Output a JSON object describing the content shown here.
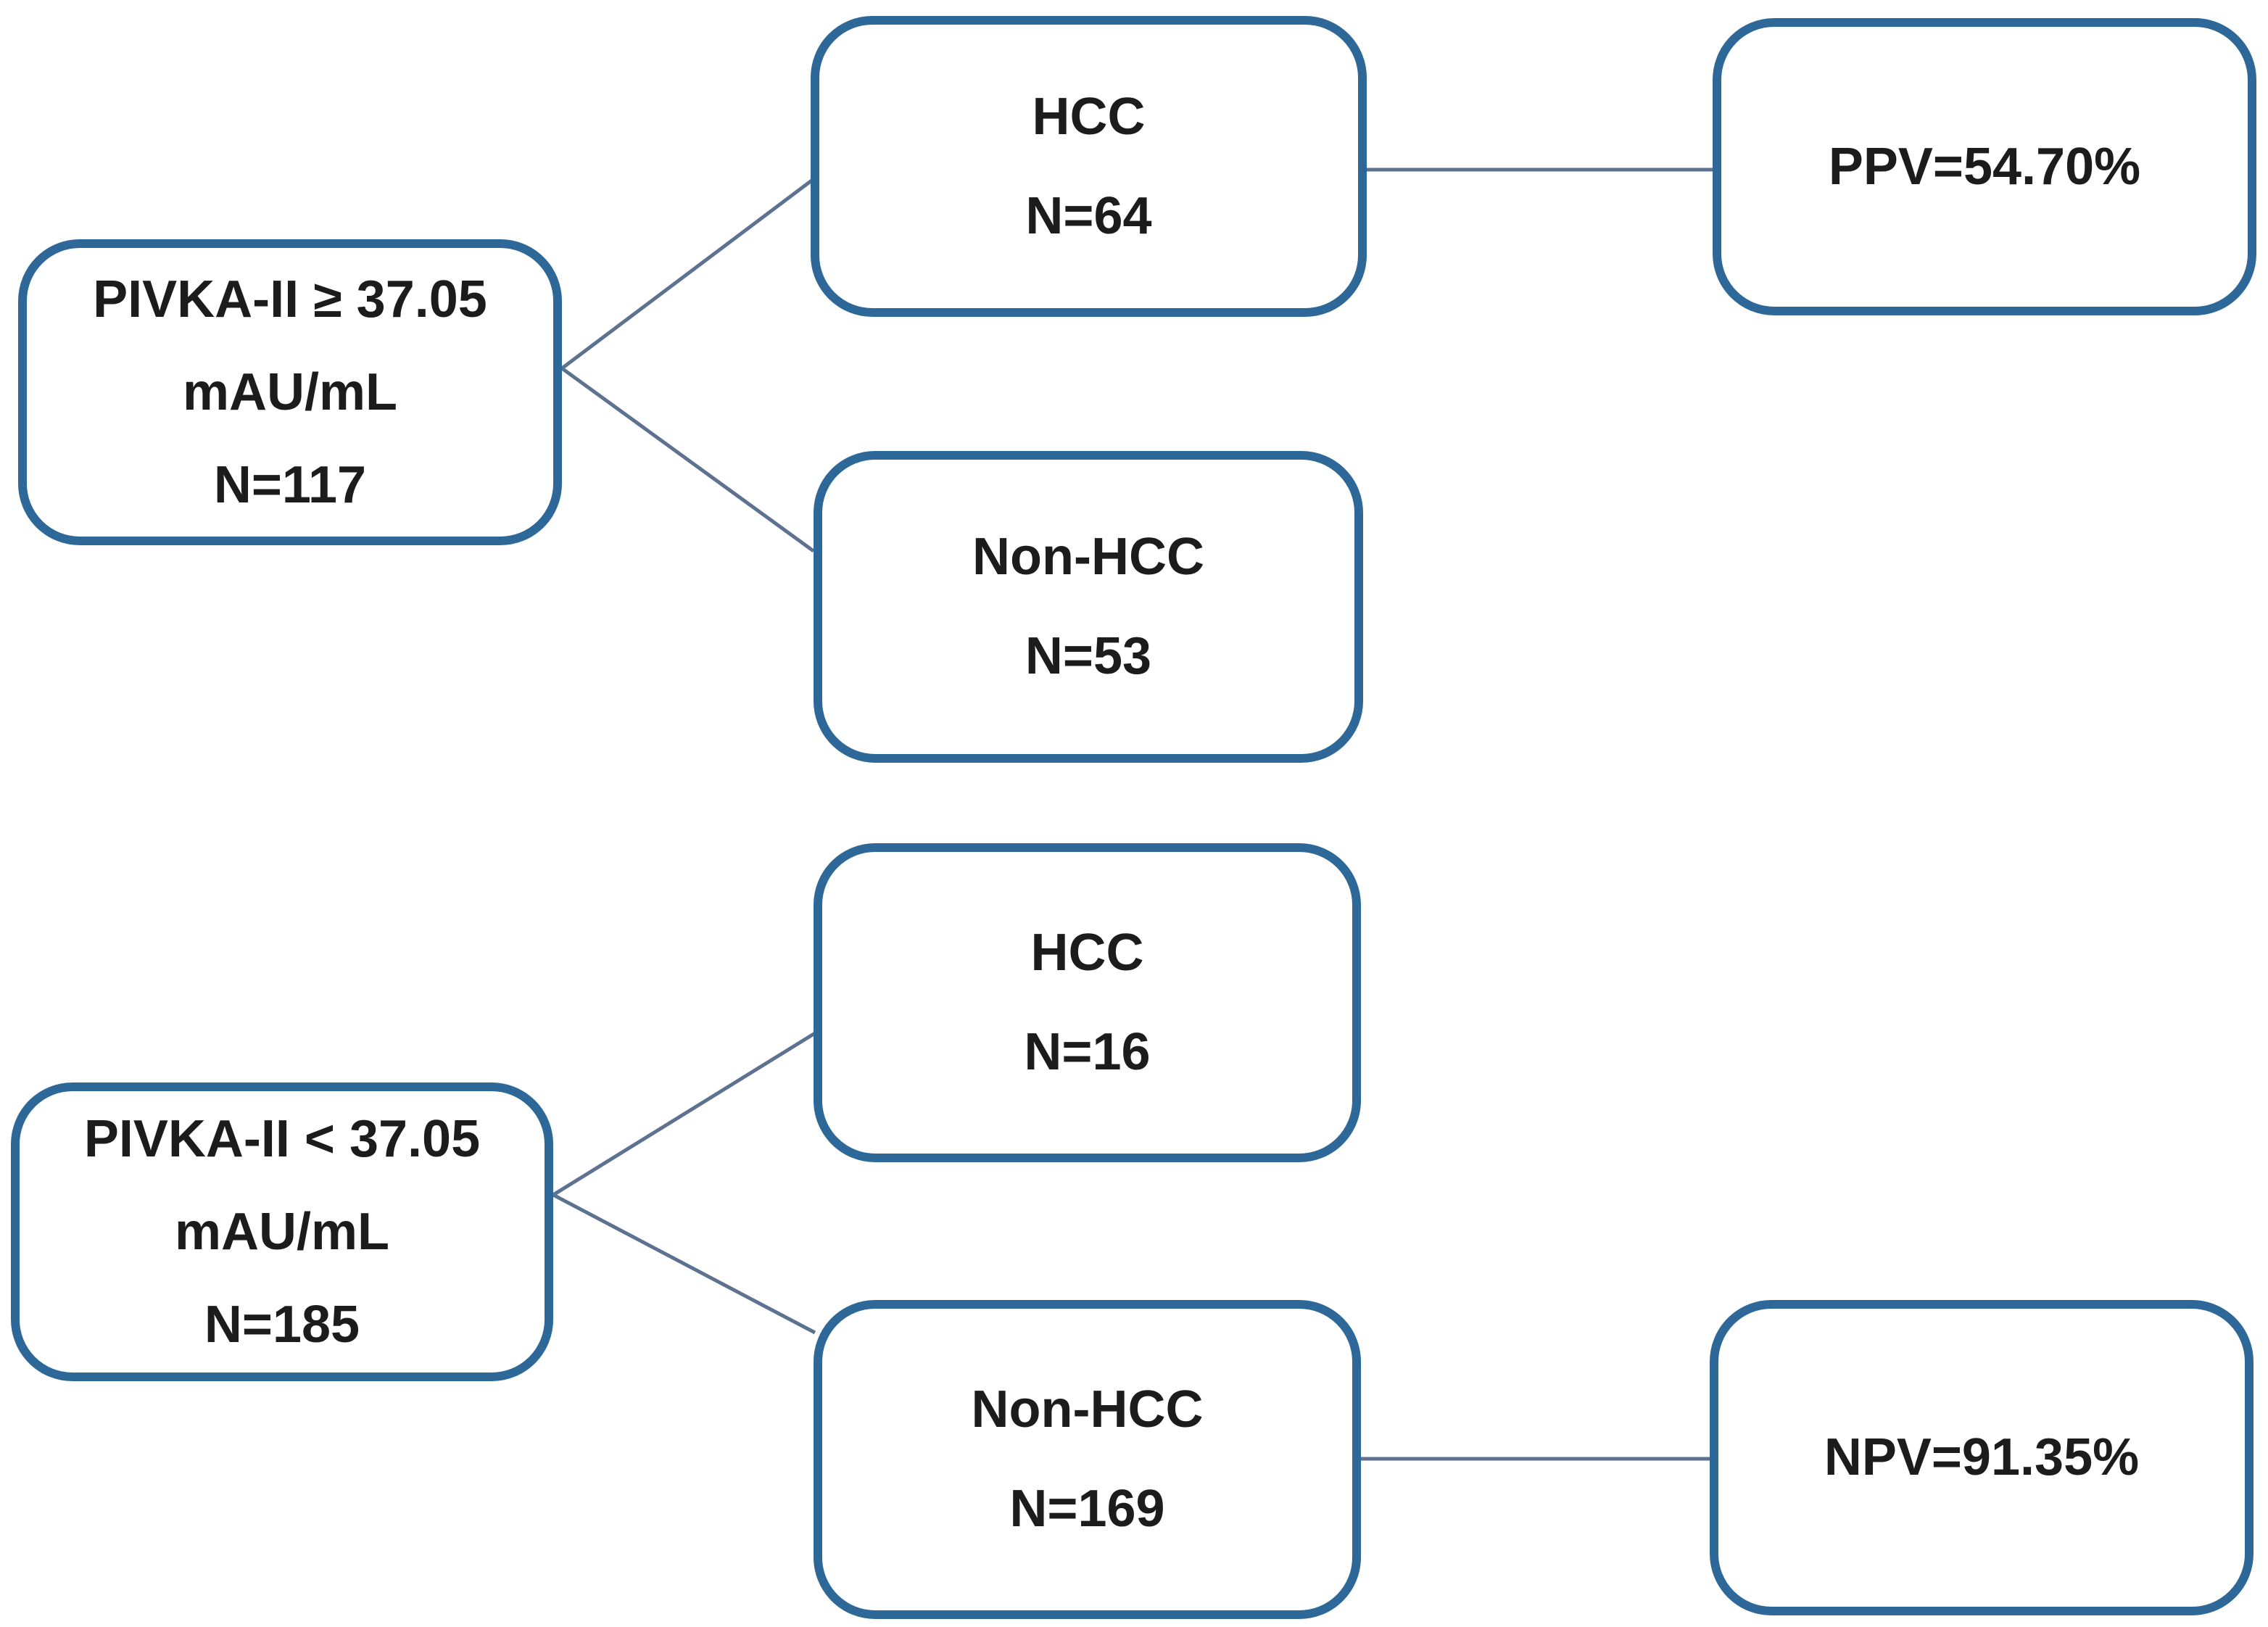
{
  "colors": {
    "box_border": "#2d6899",
    "connector": "#5d7191",
    "text": "#1c1c1c",
    "background": "#ffffff"
  },
  "diagram": {
    "type": "flowchart",
    "description": "PIVKA-II cutoff classification tree for HCC with predictive values",
    "nodes": {
      "pivka_high": {
        "lines": [
          "PIVKA-II ≥ 37.05",
          "mAU/mL",
          "N=117"
        ]
      },
      "hcc_high": {
        "lines": [
          "HCC",
          "N=64"
        ]
      },
      "ppv": {
        "lines": [
          "PPV=54.70%"
        ]
      },
      "nonhcc_high": {
        "lines": [
          "Non-HCC",
          "N=53"
        ]
      },
      "pivka_low": {
        "lines": [
          "PIVKA-II < 37.05",
          "mAU/mL",
          "N=185"
        ]
      },
      "hcc_low": {
        "lines": [
          "HCC",
          "N=16"
        ]
      },
      "nonhcc_low": {
        "lines": [
          "Non-HCC",
          "N=169"
        ]
      },
      "npv": {
        "lines": [
          "NPV=91.35%"
        ]
      }
    },
    "edges": [
      {
        "from": "pivka_high",
        "to": "hcc_high"
      },
      {
        "from": "pivka_high",
        "to": "nonhcc_high"
      },
      {
        "from": "hcc_high",
        "to": "ppv"
      },
      {
        "from": "pivka_low",
        "to": "hcc_low"
      },
      {
        "from": "pivka_low",
        "to": "nonhcc_low"
      },
      {
        "from": "nonhcc_low",
        "to": "npv"
      }
    ]
  }
}
